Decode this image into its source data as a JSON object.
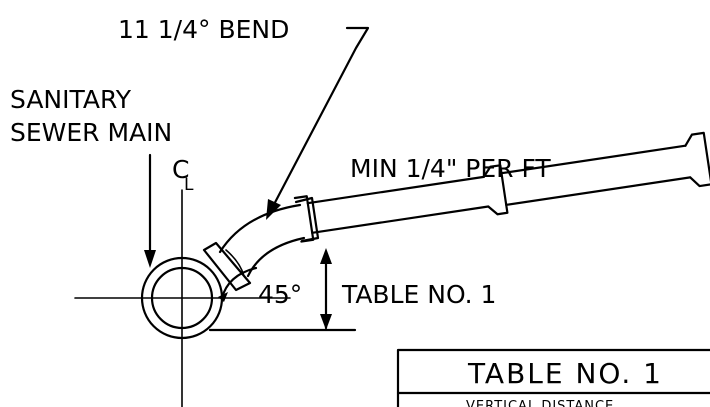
{
  "labels": {
    "bend": "11 1/4° BEND",
    "main_line1": "SANITARY",
    "main_line2": "SEWER MAIN",
    "centerline": "C",
    "centerline_sub": "L",
    "slope": "MIN 1/4\" PER FT",
    "angle": "45°",
    "vertical_ref": "TABLE NO. 1"
  },
  "table": {
    "title": "TABLE NO. 1",
    "header": "VERTICAL DISTANCE"
  },
  "colors": {
    "line": "#000000",
    "background": "#ffffff"
  }
}
